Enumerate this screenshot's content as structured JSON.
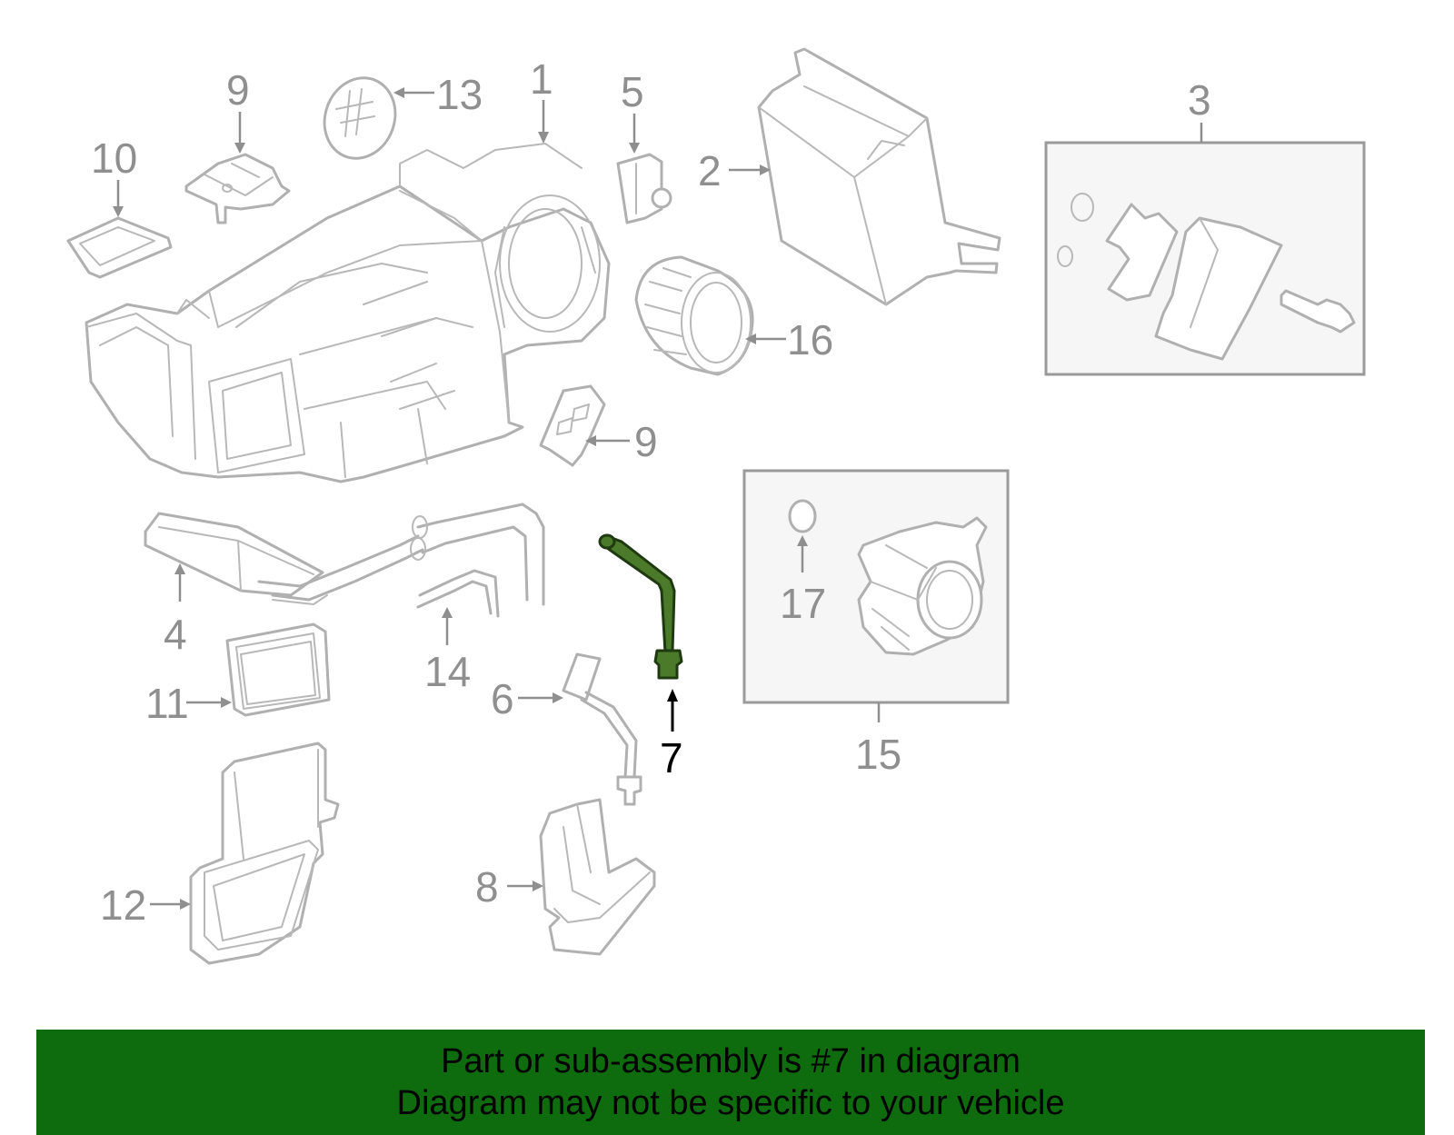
{
  "diagram": {
    "highlight_color": "#4a7a2a",
    "callouts": [
      {
        "id": "c1",
        "label": "1"
      },
      {
        "id": "c2",
        "label": "2"
      },
      {
        "id": "c3",
        "label": "3"
      },
      {
        "id": "c4",
        "label": "4"
      },
      {
        "id": "c5",
        "label": "5"
      },
      {
        "id": "c6",
        "label": "6"
      },
      {
        "id": "c7",
        "label": "7",
        "highlighted": true
      },
      {
        "id": "c8",
        "label": "8"
      },
      {
        "id": "c9a",
        "label": "9"
      },
      {
        "id": "c9b",
        "label": "9"
      },
      {
        "id": "c10",
        "label": "10"
      },
      {
        "id": "c11",
        "label": "11"
      },
      {
        "id": "c12",
        "label": "12"
      },
      {
        "id": "c13",
        "label": "13"
      },
      {
        "id": "c14",
        "label": "14"
      },
      {
        "id": "c15",
        "label": "15"
      },
      {
        "id": "c16",
        "label": "16"
      },
      {
        "id": "c17",
        "label": "17"
      }
    ]
  },
  "banner": {
    "background": "#0e6b0e",
    "line1": "Part or sub-assembly is #7 in diagram",
    "line2": "Diagram may not be specific to your vehicle"
  }
}
